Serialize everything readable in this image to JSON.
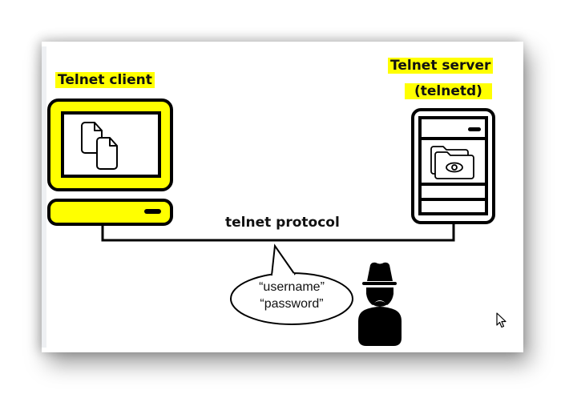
{
  "diagram": {
    "client": {
      "label": "Telnet client",
      "icon": "desktop-computer-icon",
      "screen_icon": "documents-icon"
    },
    "server": {
      "label_line1": "Telnet server",
      "label_line2": "(telnetd)",
      "icon": "server-tower-icon",
      "screen_icon": "folder-eye-icon"
    },
    "connection": {
      "label": "telnet protocol"
    },
    "speech_bubble": {
      "line1": "“username”",
      "line2": "“password”"
    },
    "attacker": {
      "icon": "spy-hacker-icon"
    }
  },
  "colors": {
    "highlight": "#ffff00",
    "client_fill": "#ffff00",
    "stroke": "#000000",
    "background": "#ffffff"
  },
  "cursor": {
    "icon": "mouse-pointer-icon"
  }
}
